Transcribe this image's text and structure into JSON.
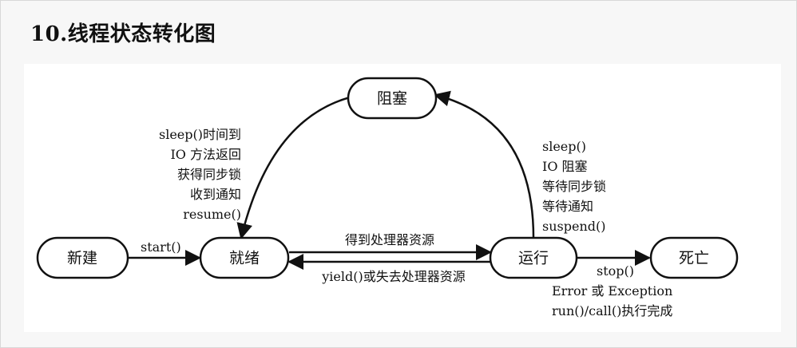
{
  "heading": "10.线程状态转化图",
  "nodes": {
    "new": "新建",
    "ready": "就绪",
    "running": "运行",
    "blocked": "阻塞",
    "dead": "死亡"
  },
  "edges": {
    "new_to_ready": [
      "start()"
    ],
    "ready_to_running": [
      "得到处理器资源"
    ],
    "running_to_ready": [
      "yield()或失去处理器资源"
    ],
    "blocked_to_ready": [
      "sleep()时间到",
      "IO 方法返回",
      "获得同步锁",
      "收到通知",
      "resume()"
    ],
    "running_to_blocked": [
      "sleep()",
      "IO 阻塞",
      "等待同步锁",
      "等待通知",
      "suspend()"
    ],
    "running_to_dead": [
      "stop()",
      "Error 或 Exception",
      "run()/call()执行完成"
    ]
  }
}
